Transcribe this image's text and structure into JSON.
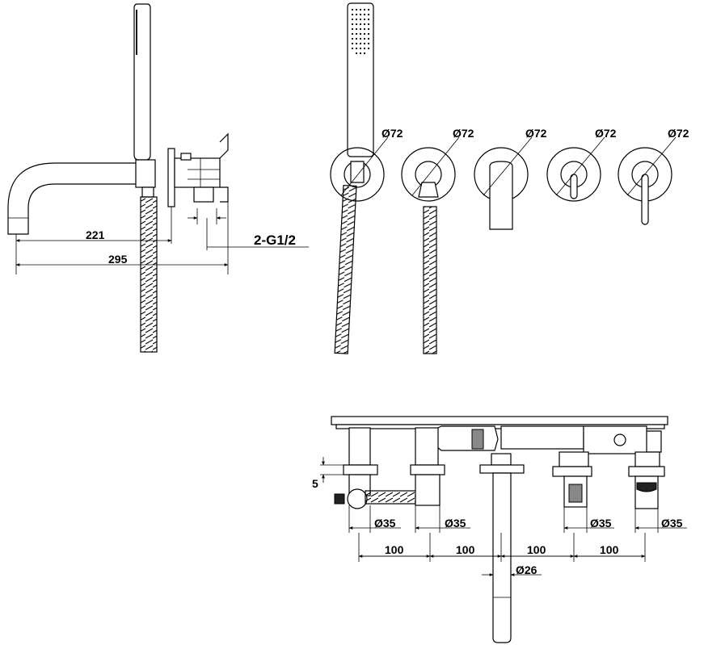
{
  "side_view": {
    "dim_spout": "221",
    "dim_total": "295",
    "dim_thread": "2-G1/2"
  },
  "front_view": {
    "diameters": [
      "Ø72",
      "Ø72",
      "Ø72",
      "Ø72",
      "Ø72"
    ]
  },
  "deck_view": {
    "dim_height": "5",
    "base_diameters": [
      "Ø35",
      "Ø35",
      "Ø35",
      "Ø35"
    ],
    "spacings": [
      "100",
      "100",
      "100",
      "100"
    ],
    "spout_diameter": "Ø26"
  }
}
